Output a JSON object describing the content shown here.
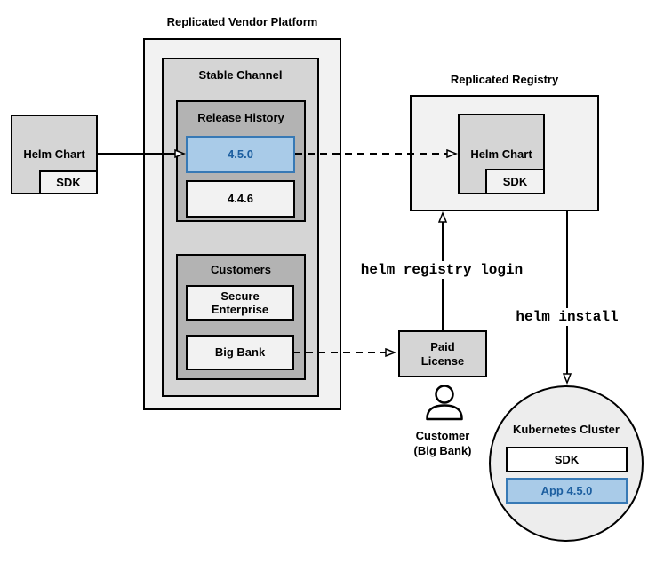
{
  "colors": {
    "light": "#f2f2f2",
    "medium": "#d5d5d5",
    "dark": "#b3b3b3",
    "circle": "#ededed",
    "blue_fill": "#a9cbe8",
    "blue_border": "#3779b5",
    "blue_text": "#1d5fa0",
    "line": "#000000"
  },
  "diagram": {
    "helm_chart_source": {
      "label": "Helm Chart",
      "sdk_label": "SDK"
    },
    "vendor_platform": {
      "title": "Replicated Vendor Platform",
      "stable_channel": {
        "title": "Stable Channel",
        "release_history": {
          "title": "Release History",
          "current_release": "4.5.0",
          "previous_release": "4.4.6"
        },
        "customers": {
          "title": "Customers",
          "customer1": "Secure\nEnterprise",
          "customer2": "Big Bank"
        }
      }
    },
    "registry": {
      "title": "Replicated Registry",
      "helm_chart_label": "Helm Chart",
      "sdk_label": "SDK"
    },
    "paid_license": {
      "label": "Paid\nLicense"
    },
    "customer": {
      "caption": "Customer\n(Big Bank)"
    },
    "commands": {
      "registry_login": "helm registry login",
      "install": "helm install"
    },
    "kubernetes_cluster": {
      "title": "Kubernetes Cluster",
      "sdk_label": "SDK",
      "app_label": "App 4.5.0"
    }
  }
}
